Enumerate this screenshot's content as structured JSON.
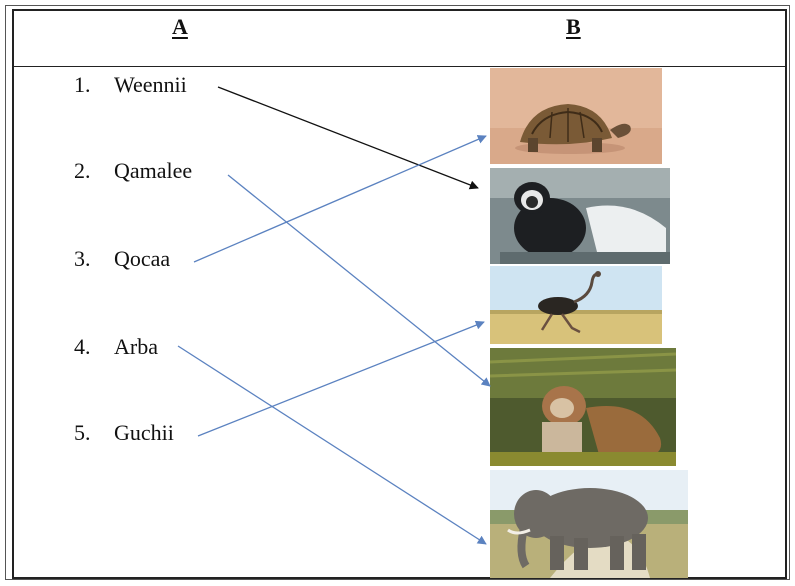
{
  "columns": {
    "a": "A",
    "b": "B"
  },
  "items": [
    {
      "number": "1.",
      "label": "Weennii"
    },
    {
      "number": "2.",
      "label": "Qamalee"
    },
    {
      "number": "3.",
      "label": "Qocaa"
    },
    {
      "number": "4.",
      "label": "Arba"
    },
    {
      "number": "5.",
      "label": "Guchii"
    }
  ],
  "pictures": [
    "tortoise",
    "colobus-monkey",
    "ostrich",
    "brown-monkey",
    "elephant"
  ],
  "matches": [
    {
      "item": "Weennii",
      "picture": "colobus-monkey",
      "color": "#111111"
    },
    {
      "item": "Qamalee",
      "picture": "brown-monkey",
      "color": "#5b82c0"
    },
    {
      "item": "Qocaa",
      "picture": "tortoise",
      "color": "#5b82c0"
    },
    {
      "item": "Arba",
      "picture": "elephant",
      "color": "#5b82c0"
    },
    {
      "item": "Guchii",
      "picture": "ostrich",
      "color": "#5b82c0"
    }
  ]
}
